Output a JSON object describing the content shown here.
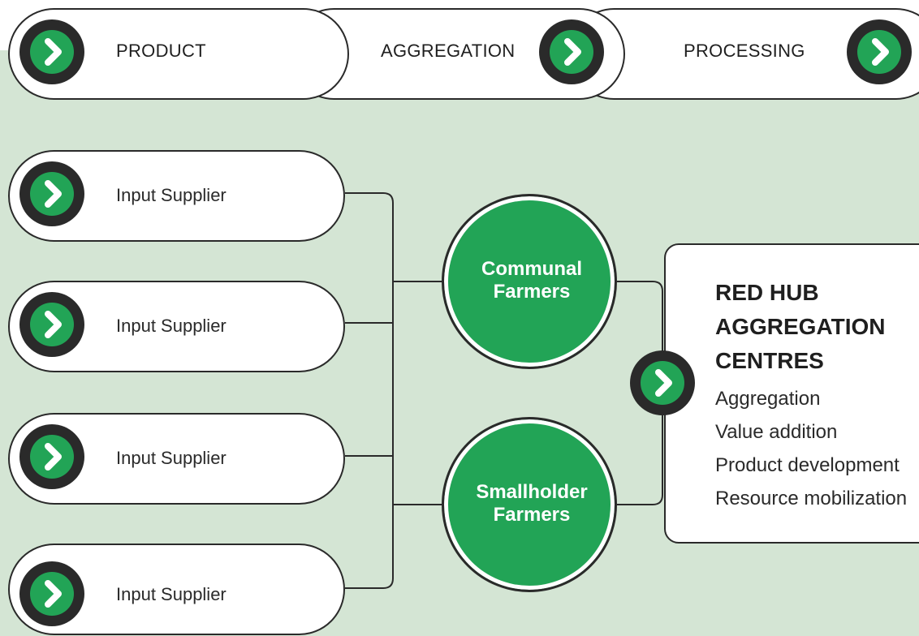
{
  "stages": [
    {
      "label": "PRODUCT",
      "icon": "chevron-right-icon"
    },
    {
      "label": "AGGREGATION",
      "icon": "chevron-right-icon"
    },
    {
      "label": "PROCESSING",
      "icon": "chevron-right-icon"
    }
  ],
  "inputs": [
    {
      "label": "Input Supplier"
    },
    {
      "label": "Input Supplier"
    },
    {
      "label": "Input Supplier"
    },
    {
      "label": "Input Supplier"
    }
  ],
  "farmers": [
    {
      "line1": "Communal",
      "line2": "Farmers"
    },
    {
      "line1": "Smallholder",
      "line2": "Farmers"
    }
  ],
  "hub": {
    "title_lines": [
      "RED HUB",
      "AGGREGATION",
      "CENTRES"
    ],
    "items": [
      "Aggregation",
      "Value addition",
      "Product development",
      "Resource mobilization"
    ]
  },
  "colors": {
    "accent_green": "#22a456",
    "dark": "#2a2a2a",
    "background": "#d4e5d4"
  }
}
